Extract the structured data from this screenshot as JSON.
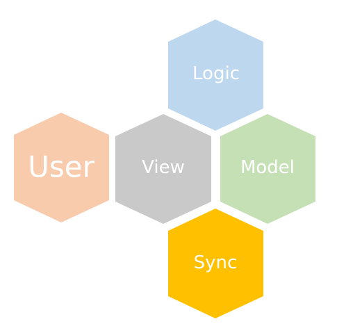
{
  "diagram": {
    "hexagons": [
      {
        "id": "logic",
        "label": "Logic",
        "color": "#BDD7EE"
      },
      {
        "id": "user",
        "label": "User",
        "color": "#F8CBAD"
      },
      {
        "id": "view",
        "label": "View",
        "color": "#C9C9C9"
      },
      {
        "id": "model",
        "label": "Model",
        "color": "#C5E0B4"
      },
      {
        "id": "sync",
        "label": "Sync",
        "color": "#FFC000"
      }
    ]
  }
}
